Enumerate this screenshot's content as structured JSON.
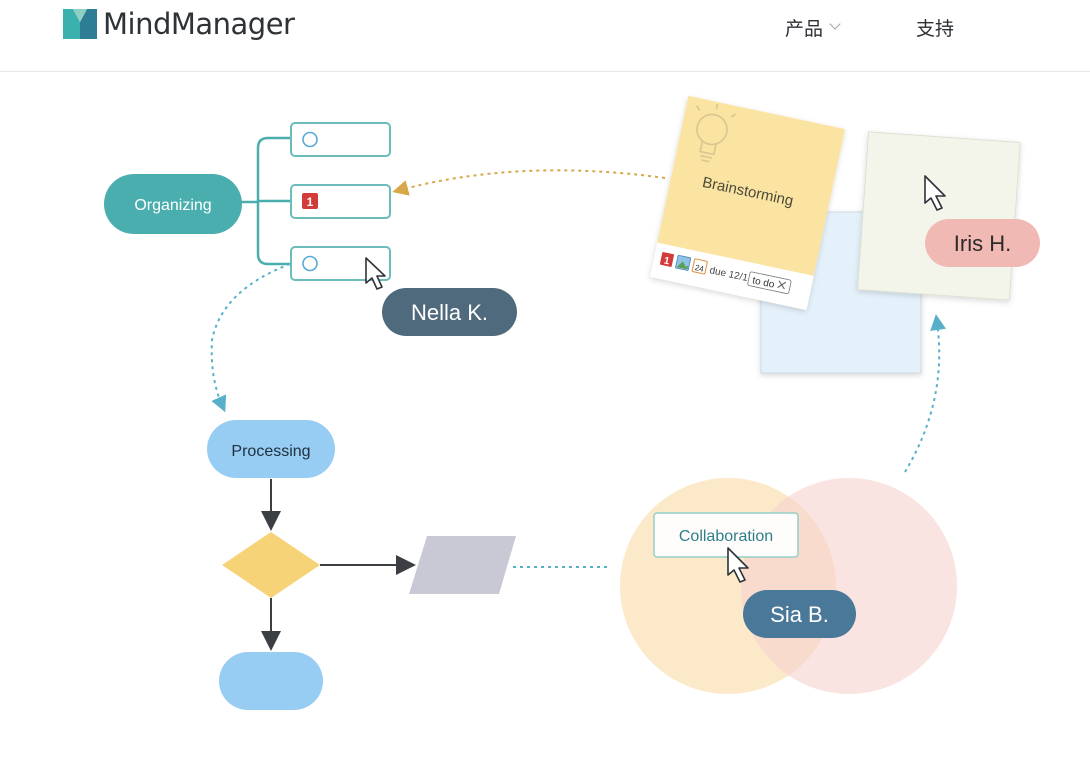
{
  "header": {
    "logo_text": "MindManager",
    "logo_tm": "™",
    "nav": [
      {
        "label": "产品",
        "has_dropdown": true
      },
      {
        "label": "支持",
        "has_dropdown": false
      }
    ]
  },
  "illustration": {
    "organizing_label": "Organizing",
    "priority_badge": "1",
    "processing_label": "Processing",
    "brainstorming_label": "Brainstorming",
    "collaboration_label": "Collaboration",
    "note_badge_priority": "1",
    "note_badge_date": "24",
    "note_due": "due 12/1",
    "note_todo": "to do",
    "cursor_labels": {
      "nella": "Nella K.",
      "iris": "Iris H.",
      "sia": "Sia B."
    },
    "colors": {
      "teal": "#4aaeae",
      "slate": "#4e6a7c",
      "blue_pill": "#98cdf3",
      "yellow": "#f7d378",
      "lavender": "#c9c9d6",
      "pink_label": "#f0b9b3",
      "note_yellow": "#fbe3a2",
      "note_green": "#f3f5ea",
      "note_blue": "#e4f1fb",
      "gold_arrow": "#d6a84a",
      "blue_dotted": "#58afc9"
    }
  }
}
